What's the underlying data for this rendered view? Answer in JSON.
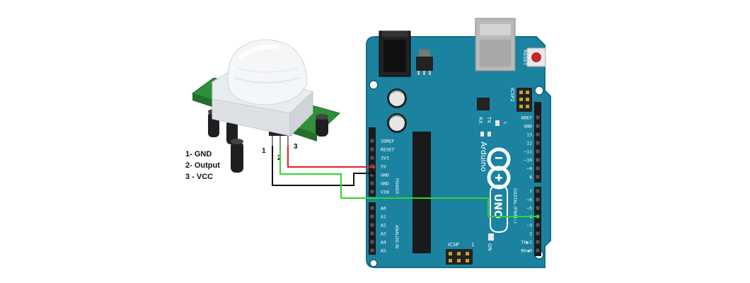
{
  "legend": {
    "line1": "1- GND",
    "line2": "2- Output",
    "line3": "3 - VCC"
  },
  "sensor_pins": [
    "1",
    "2",
    "3"
  ],
  "board": {
    "brand": "Arduino",
    "model": "UNO",
    "reset_label": "RESET",
    "icsp2_label": "ICSP2",
    "icsp_label": "ICSP",
    "icsp_pin1": "1",
    "tx_label": "TX",
    "rx_label": "RX",
    "l_label": "L",
    "on_label": "ON",
    "power_label": "POWER",
    "analog_label": "ANALOG IN",
    "digital_label": "DIGITAL (PWM~)",
    "power_pins": [
      "IOREF",
      "RESET",
      "3V3",
      "5V",
      "GND",
      "GND",
      "VIN"
    ],
    "analog_pins": [
      "A0",
      "A1",
      "A2",
      "A3",
      "A4",
      "A5"
    ],
    "digital_upper": [
      "AREF",
      "GND",
      "13",
      "12",
      "~11",
      "~10",
      "~9",
      "8"
    ],
    "digital_lower": [
      "7",
      "~6",
      "~5",
      "4",
      "~3",
      "2",
      "TX▶1",
      "RX◀0"
    ]
  },
  "colors": {
    "board": "#1b82a0",
    "board_edge": "#156e89",
    "wire_vcc": "#e02020",
    "wire_gnd": "#111111",
    "wire_out": "#2fd62f",
    "sensor_pcb": "#2f8f3a"
  }
}
